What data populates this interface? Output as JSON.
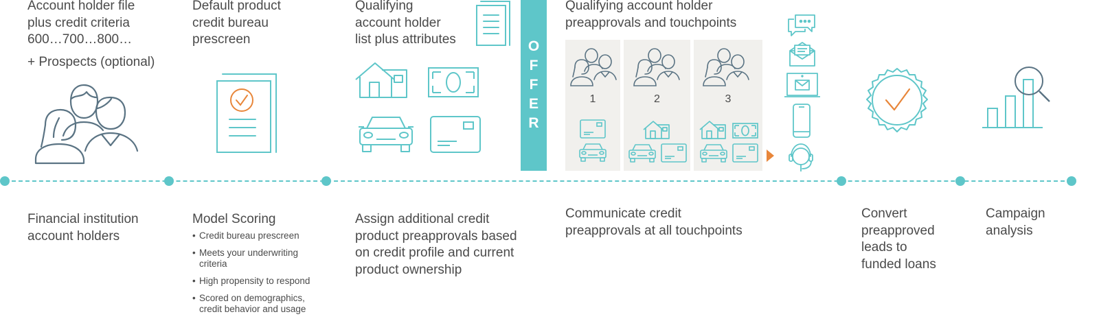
{
  "top_labels": {
    "col1": [
      "Account holder file",
      "plus credit criteria",
      "600…700…800…"
    ],
    "col1_extra": "+ Prospects (optional)",
    "col2": [
      "Default product",
      "credit bureau",
      "prescreen"
    ],
    "col3": [
      "Qualifying",
      "account holder",
      "list plus attributes"
    ],
    "col4": [
      "Qualifying account holder",
      "preapprovals and touchpoints"
    ]
  },
  "offer": {
    "letters": [
      "O",
      "F",
      "F",
      "E",
      "R"
    ]
  },
  "panels": [
    {
      "number": "1"
    },
    {
      "number": "2"
    },
    {
      "number": "3"
    }
  ],
  "bottom_labels": {
    "col1": [
      "Financial institution",
      "account holders"
    ],
    "col2_title": "Model Scoring",
    "col2_bullets": [
      [
        "Credit bureau prescreen"
      ],
      [
        "Meets your underwriting",
        "criteria"
      ],
      [
        "High propensity to respond"
      ],
      [
        "Scored on demographics,",
        "credit behavior and usage"
      ]
    ],
    "col3": [
      "Assign additional credit",
      "product preapprovals based",
      "on credit profile and current",
      "product ownership"
    ],
    "col4": [
      "Communicate credit",
      "preapprovals at all touchpoints"
    ],
    "col5": [
      "Convert",
      "preapproved",
      "leads to",
      "funded loans"
    ],
    "col6": [
      "Campaign",
      "analysis"
    ]
  },
  "colors": {
    "accent": "#5ec6c9",
    "people": "#5a7383",
    "arrow": "#e8863a",
    "panel_bg": "#f1f0ed",
    "text": "#4a4a4a"
  },
  "icons": [
    "people-icon",
    "document-check-icon",
    "document-icon",
    "house-icon",
    "money-icon",
    "car-icon",
    "card-icon",
    "chat-icon",
    "mail-icon",
    "laptop-mail-icon",
    "phone-icon",
    "headset-icon",
    "check-badge-icon",
    "bar-chart-magnifier-icon"
  ]
}
